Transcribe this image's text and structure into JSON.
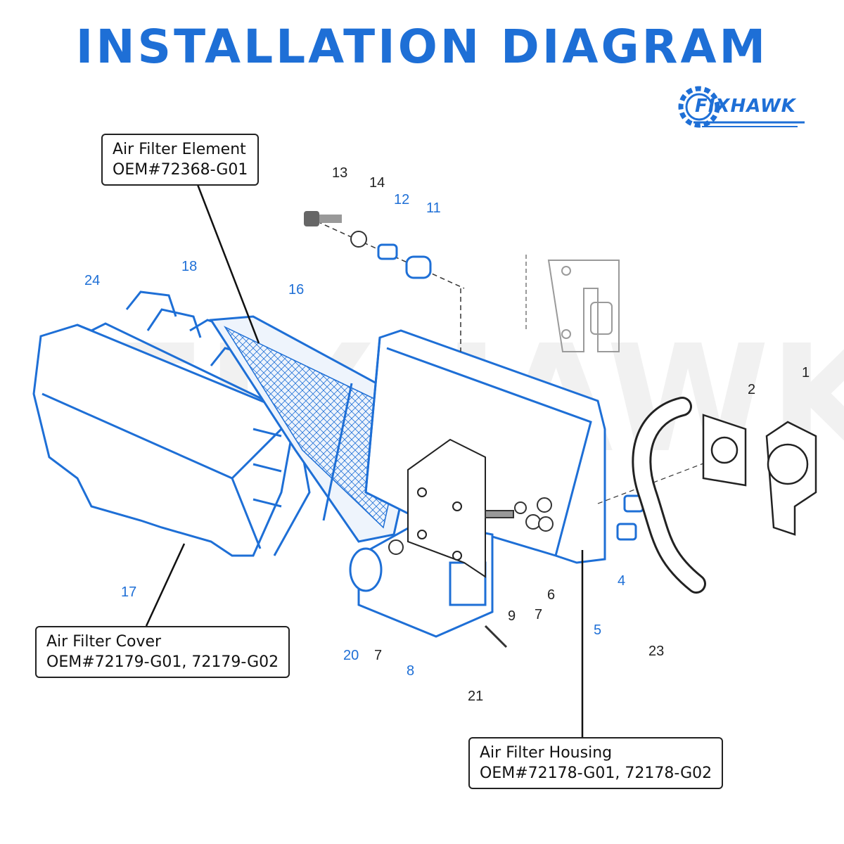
{
  "title": "INSTALLATION DIAGRAM",
  "logo": {
    "text": "FIXHAWK",
    "accent": "#1e6fd6"
  },
  "colors": {
    "part_blue": "#1e6fd6",
    "line": "#222222",
    "gray": "#9a9a9a"
  },
  "callouts": {
    "element": {
      "name": "Air Filter Element",
      "oem": "OEM#72368-G01"
    },
    "cover": {
      "name": "Air Filter Cover",
      "oem": "OEM#72179-G01, 72179-G02"
    },
    "housing": {
      "name": "Air Filter Housing",
      "oem": "OEM#72178-G01, 72178-G02"
    }
  },
  "part_numbers": [
    "13",
    "14",
    "12",
    "11",
    "18",
    "24",
    "16",
    "17",
    "1",
    "2",
    "4",
    "5",
    "6",
    "7",
    "9",
    "7",
    "8",
    "20",
    "21",
    "23"
  ]
}
